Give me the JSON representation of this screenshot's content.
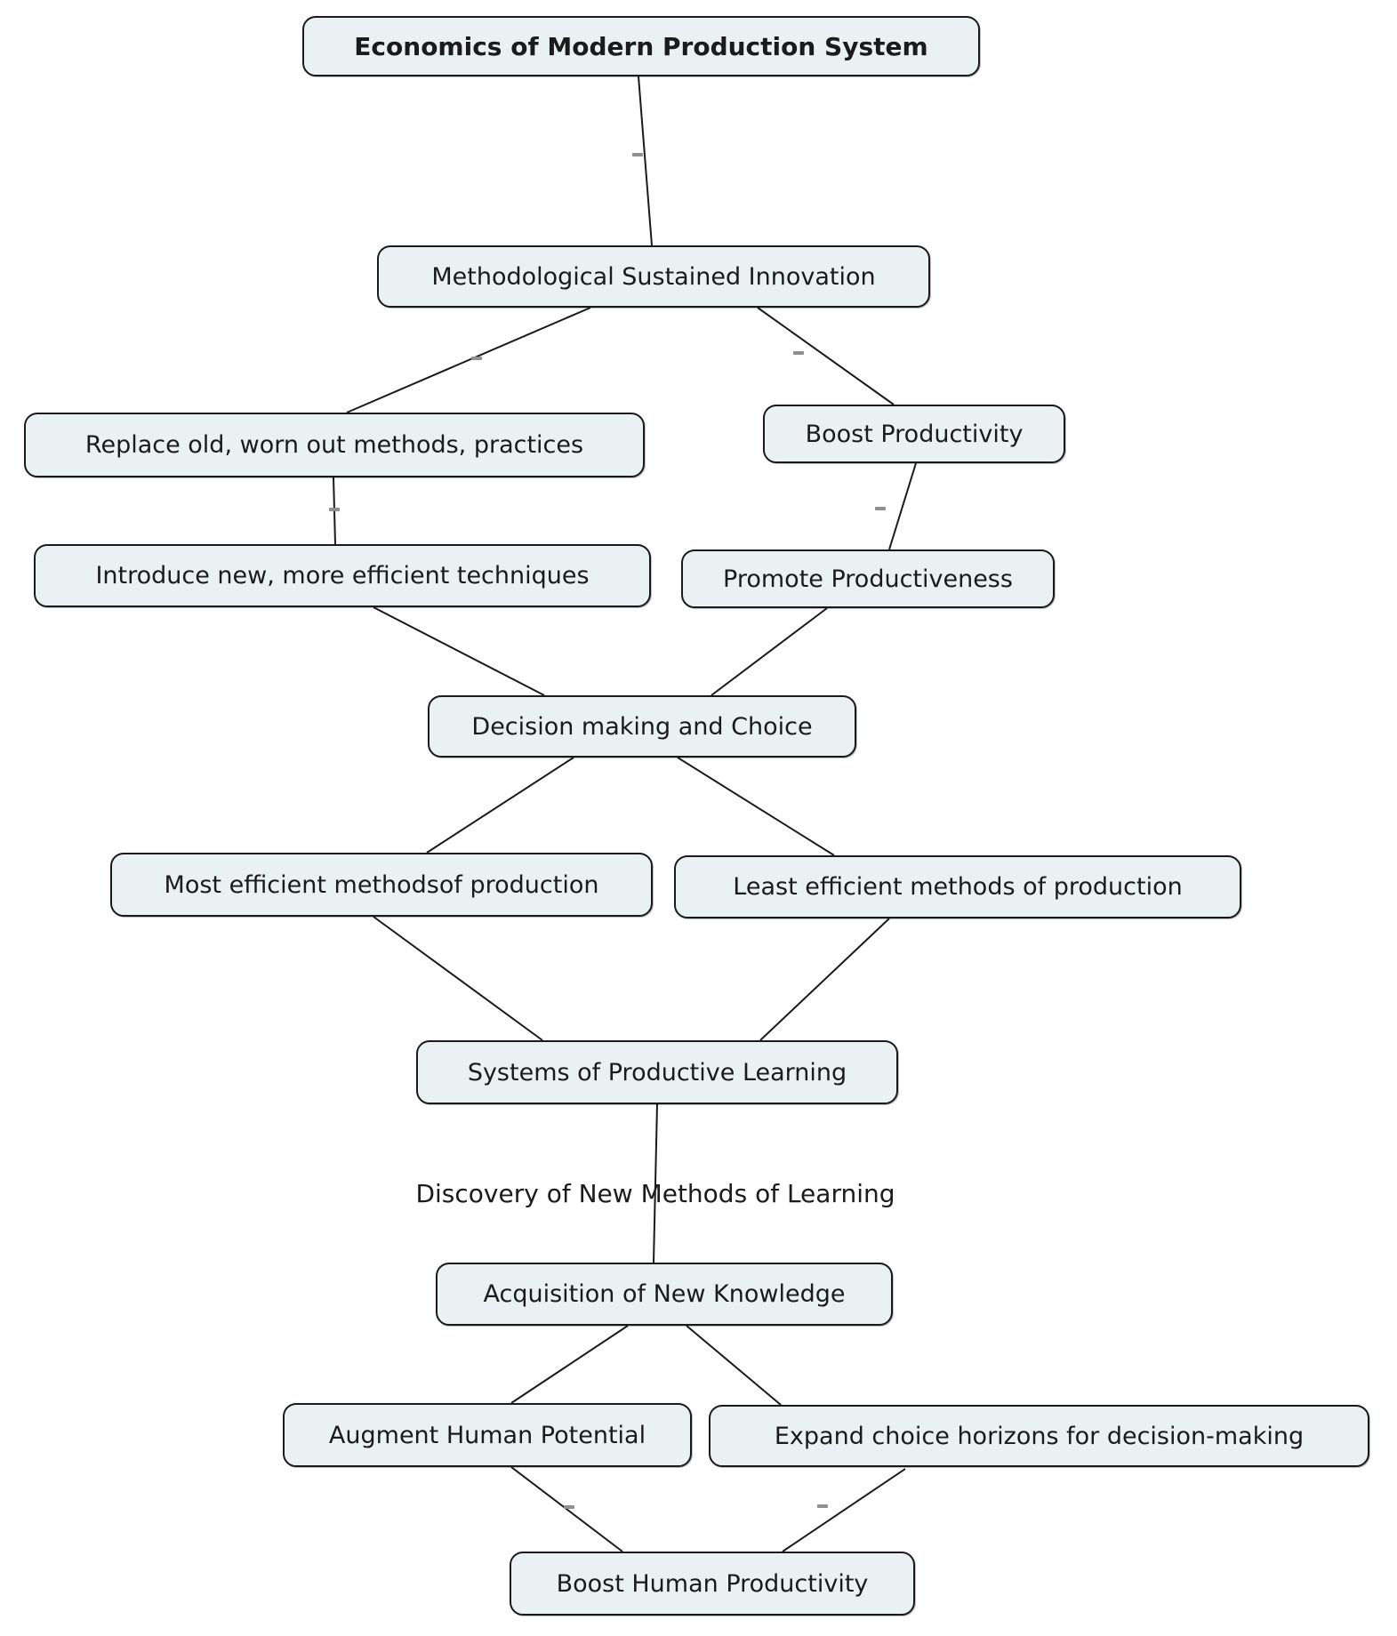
{
  "diagram": {
    "nodes": [
      {
        "id": "economics-of-modern-production-system",
        "label": "Economics of Modern Production System"
      },
      {
        "id": "methodological-sustained-innovation",
        "label": "Methodological Sustained Innovation"
      },
      {
        "id": "replace-old-worn-out-methods",
        "label": "Replace old, worn out methods, practices"
      },
      {
        "id": "boost-productivity",
        "label": "Boost Productivity"
      },
      {
        "id": "introduce-new-techniques",
        "label": "Introduce new, more efficient techniques"
      },
      {
        "id": "promote-productiveness",
        "label": "Promote Productiveness"
      },
      {
        "id": "decision-making-and-choice",
        "label": "Decision making and Choice"
      },
      {
        "id": "most-efficient-methods",
        "label": "Most efficient methodsof production"
      },
      {
        "id": "least-efficient-methods",
        "label": "Least efficient methods of production"
      },
      {
        "id": "systems-of-productive-learning",
        "label": "Systems of Productive Learning"
      },
      {
        "id": "acquisition-of-new-knowledge",
        "label": "Acquisition of New Knowledge"
      },
      {
        "id": "augment-human-potential",
        "label": "Augment Human Potential"
      },
      {
        "id": "expand-choice-horizons",
        "label": "Expand choice horizons for decision-making"
      },
      {
        "id": "boost-human-productivity",
        "label": "Boost Human Productivity"
      }
    ],
    "edge_labels": [
      {
        "id": "discovery-of-new-methods-of-learning",
        "label": "Discovery of New Methods of Learning"
      }
    ],
    "colors": {
      "background": "#ffffff",
      "node_fill": "#eaf1f3",
      "node_border": "#1a1a1a",
      "line": "#1a1a1a",
      "edge_tick": "#8f8f8f",
      "text": "#1b1b1b"
    }
  }
}
